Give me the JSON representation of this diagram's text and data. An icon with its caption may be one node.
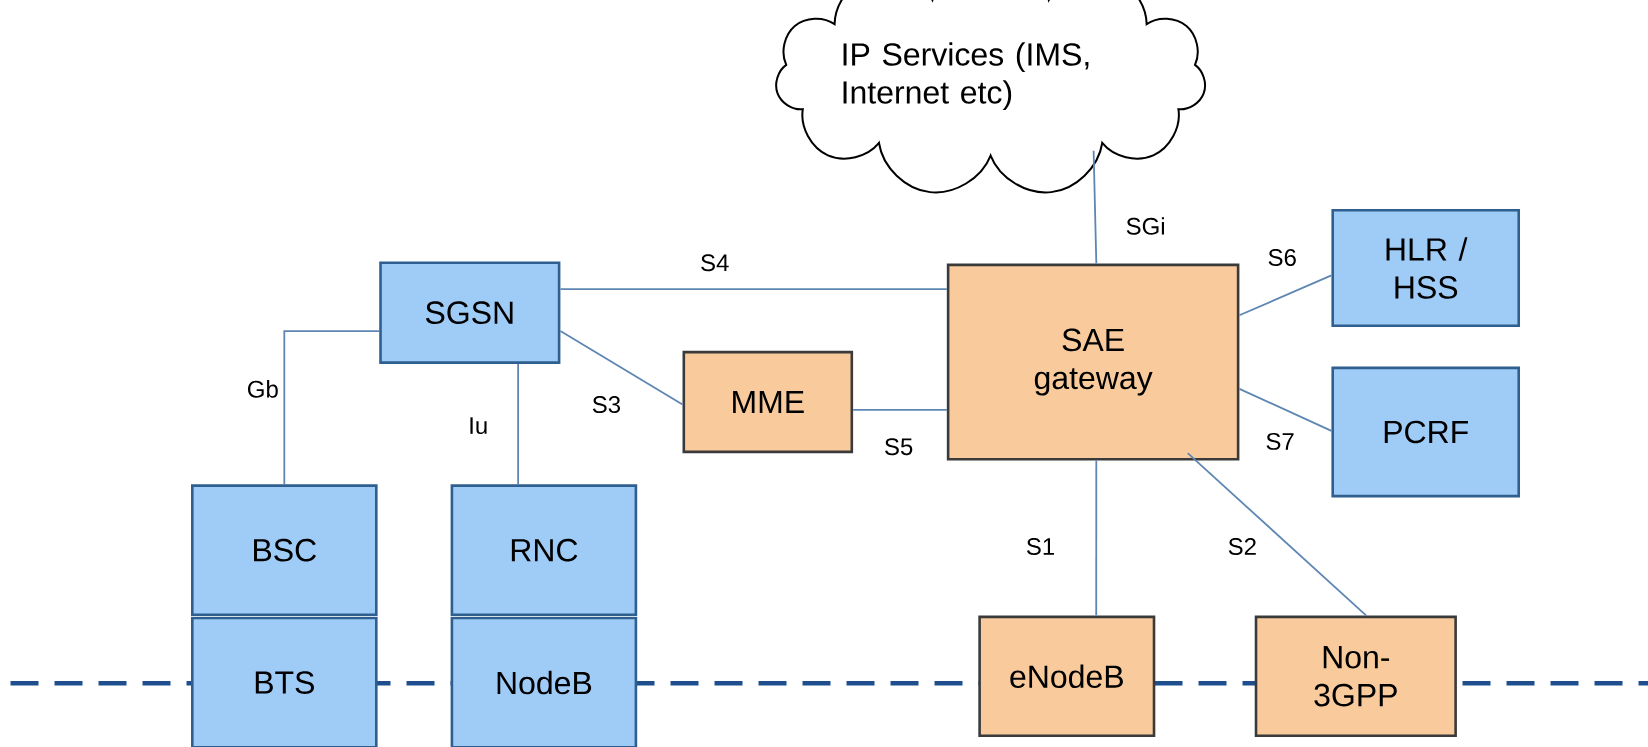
{
  "diagram": {
    "nodes": [
      {
        "text": [
          "IP Services (IMS, Internet etc)"
        ]
      },
      {
        "text": [
          "HLR / HSS"
        ]
      },
      {
        "text": [
          "SGSN"
        ]
      },
      {
        "text": [
          "SAE gateway"
        ]
      },
      {
        "text": [
          "MME"
        ]
      },
      {
        "text": [
          "PCRF"
        ]
      },
      {
        "text": [
          "BSC"
        ]
      },
      {
        "text": [
          "RNC"
        ]
      },
      {
        "text": [
          "BTS"
        ]
      },
      {
        "text": [
          "NodeB"
        ]
      },
      {
        "text": [
          "eNodeB"
        ]
      },
      {
        "text": [
          "Non-3GPP"
        ]
      }
    ],
    "edges": [
      {
        "from": 2,
        "to": 6,
        "arrow": "none",
        "label": "Gb"
      },
      {
        "from": 2,
        "to": 7,
        "arrow": "none",
        "label": "Iu"
      },
      {
        "from": 2,
        "to": 4,
        "arrow": "none",
        "label": "S3"
      },
      {
        "from": 2,
        "to": 3,
        "arrow": "none",
        "label": "S4"
      },
      {
        "from": 4,
        "to": 3,
        "arrow": "none",
        "label": "S5"
      },
      {
        "from": 0,
        "to": 3,
        "arrow": "none",
        "label": "SGi"
      },
      {
        "from": 3,
        "to": 1,
        "arrow": "none",
        "label": "S6"
      },
      {
        "from": 3,
        "to": 5,
        "arrow": "none",
        "label": "S7"
      },
      {
        "from": 3,
        "to": 10,
        "arrow": "none",
        "label": "S1"
      },
      {
        "from": 3,
        "to": 11,
        "arrow": "none",
        "label": "S2"
      }
    ]
  }
}
